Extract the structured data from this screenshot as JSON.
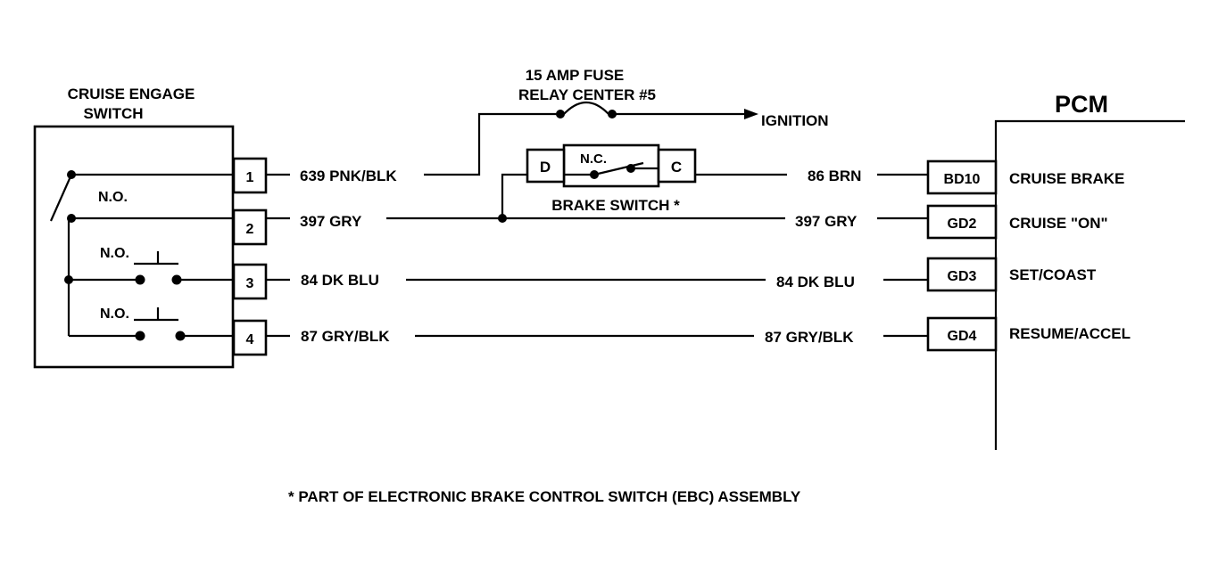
{
  "cruise_switch": {
    "title_line1": "CRUISE ENGAGE",
    "title_line2": "SWITCH",
    "no_label_1": "N.O.",
    "no_label_2": "N.O.",
    "no_label_3": "N.O.",
    "pins": [
      "1",
      "2",
      "3",
      "4"
    ]
  },
  "fuse": {
    "line1": "15 AMP FUSE",
    "line2": "RELAY CENTER #5",
    "ignition_label": "IGNITION"
  },
  "brake_switch": {
    "label": "BRAKE SWITCH *",
    "nc_label": "N.C.",
    "terminal_d": "D",
    "terminal_c": "C"
  },
  "wires": {
    "w1_left": "639 PNK/BLK",
    "w1_right": "86 BRN",
    "w2_left": "397 GRY",
    "w2_right": "397 GRY",
    "w3_left": "84 DK BLU",
    "w3_right": "84 DK BLU",
    "w4_left": "87 GRY/BLK",
    "w4_right": "87 GRY/BLK"
  },
  "pcm": {
    "title": "PCM",
    "pins": [
      "BD10",
      "GD2",
      "GD3",
      "GD4"
    ],
    "functions": [
      "CRUISE BRAKE",
      "CRUISE \"ON\"",
      "SET/COAST",
      "RESUME/ACCEL"
    ]
  },
  "footnote": "* PART OF ELECTRONIC BRAKE CONTROL SWITCH (EBC) ASSEMBLY"
}
